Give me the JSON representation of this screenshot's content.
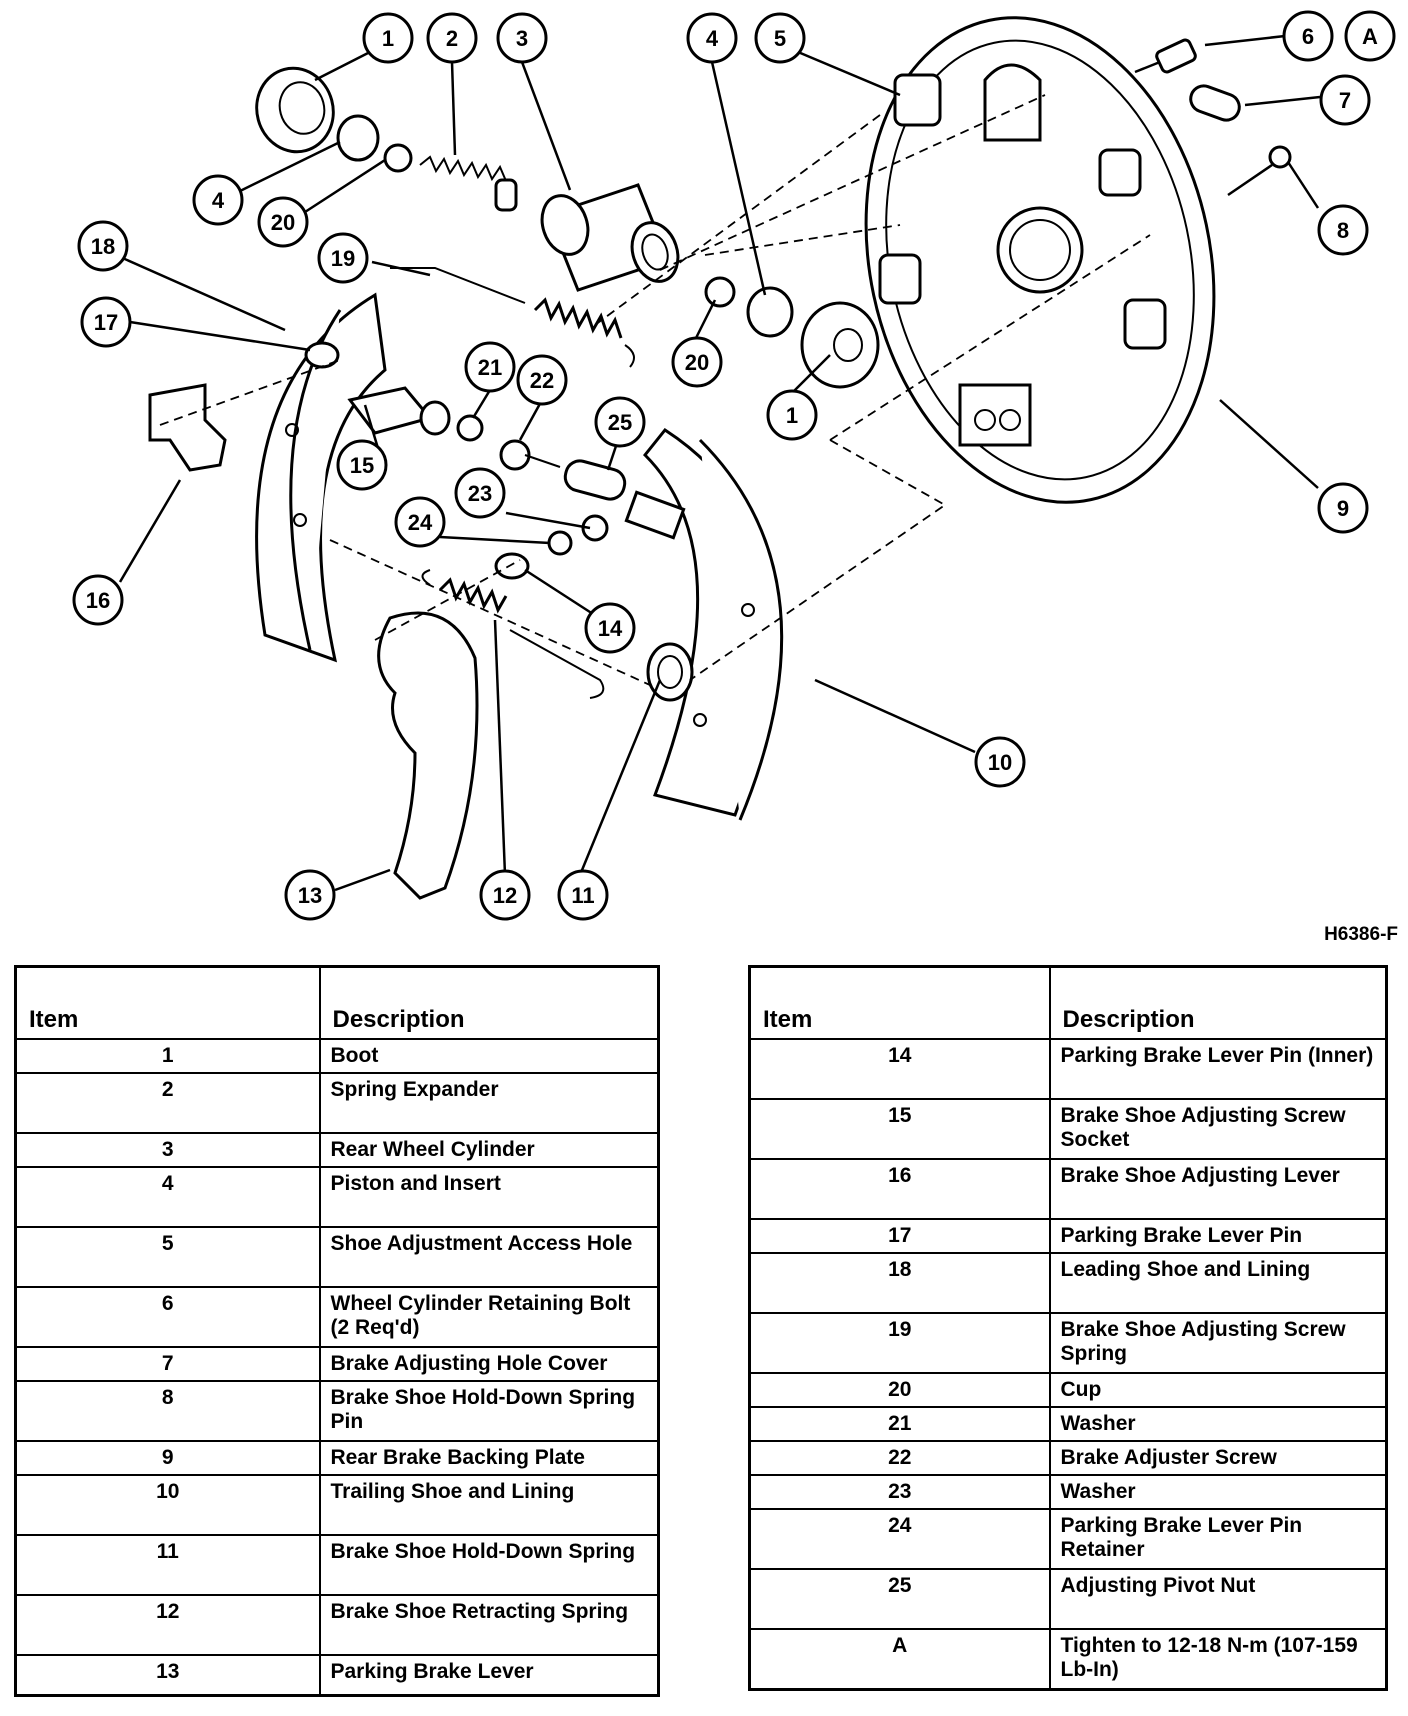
{
  "figure_code": "H6386-F",
  "callouts": [
    "1",
    "2",
    "3",
    "4",
    "5",
    "6",
    "A",
    "7",
    "4",
    "20",
    "8",
    "18",
    "19",
    "17",
    "21",
    "22",
    "20",
    "1",
    "25",
    "15",
    "9",
    "23",
    "24",
    "16",
    "14",
    "10",
    "13",
    "12",
    "11"
  ],
  "table_left": {
    "header_item": "Item",
    "header_description": "Description",
    "rows": [
      {
        "item": "1",
        "description": "Boot"
      },
      {
        "item": "2",
        "description": "Spring Expander"
      },
      {
        "item": "3",
        "description": "Rear Wheel Cylinder"
      },
      {
        "item": "4",
        "description": "Piston and Insert"
      },
      {
        "item": "5",
        "description": "Shoe Adjustment Access Hole"
      },
      {
        "item": "6",
        "description": "Wheel Cylinder Retaining Bolt (2 Req'd)"
      },
      {
        "item": "7",
        "description": "Brake Adjusting Hole Cover"
      },
      {
        "item": "8",
        "description": "Brake Shoe Hold-Down Spring Pin"
      },
      {
        "item": "9",
        "description": "Rear Brake Backing Plate"
      },
      {
        "item": "10",
        "description": "Trailing Shoe and Lining"
      },
      {
        "item": "11",
        "description": "Brake Shoe Hold-Down Spring"
      },
      {
        "item": "12",
        "description": "Brake Shoe Retracting Spring"
      },
      {
        "item": "13",
        "description": "Parking Brake Lever"
      }
    ]
  },
  "table_right": {
    "header_item": "Item",
    "header_description": "Description",
    "rows": [
      {
        "item": "14",
        "description": "Parking Brake Lever Pin (Inner)"
      },
      {
        "item": "15",
        "description": "Brake Shoe Adjusting Screw Socket"
      },
      {
        "item": "16",
        "description": "Brake Shoe Adjusting Lever"
      },
      {
        "item": "17",
        "description": "Parking Brake Lever Pin"
      },
      {
        "item": "18",
        "description": "Leading Shoe and Lining"
      },
      {
        "item": "19",
        "description": "Brake Shoe Adjusting Screw Spring"
      },
      {
        "item": "20",
        "description": "Cup"
      },
      {
        "item": "21",
        "description": "Washer"
      },
      {
        "item": "22",
        "description": "Brake Adjuster Screw"
      },
      {
        "item": "23",
        "description": "Washer"
      },
      {
        "item": "24",
        "description": "Parking Brake Lever Pin Retainer"
      },
      {
        "item": "25",
        "description": "Adjusting Pivot Nut"
      },
      {
        "item": "A",
        "description": "Tighten to 12-18 N-m (107-159 Lb-In)"
      }
    ]
  }
}
